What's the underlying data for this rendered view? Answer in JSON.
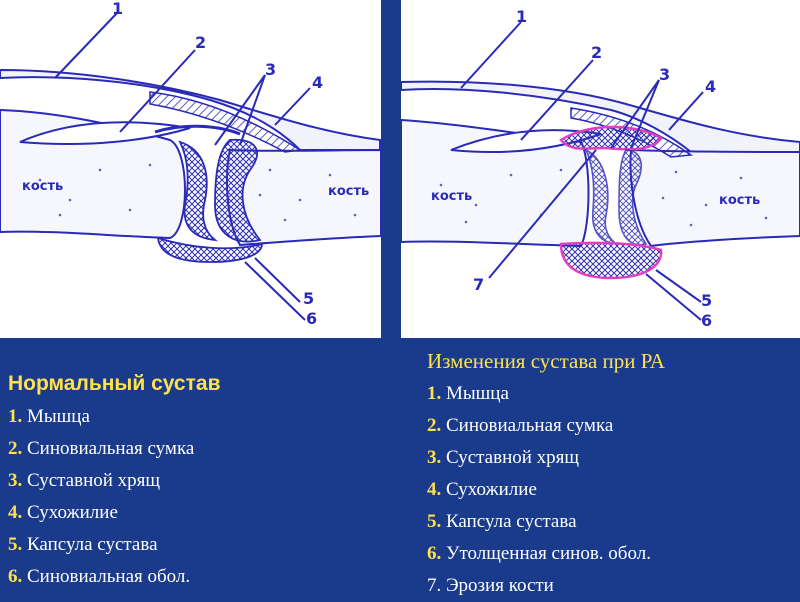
{
  "left_diagram": {
    "labels": [
      "1",
      "2",
      "3",
      "4",
      "5",
      "6"
    ],
    "bone_left": "кость",
    "bone_right": "кость"
  },
  "right_diagram": {
    "labels": [
      "1",
      "2",
      "3",
      "4",
      "5",
      "6",
      "7"
    ],
    "bone_left": "кость",
    "bone_right": "кость"
  },
  "legend_left": {
    "title": "Нормальный сустав",
    "items": [
      {
        "num": "1.",
        "text": " Мышца"
      },
      {
        "num": "2.",
        "text": "Синовиальная сумка"
      },
      {
        "num": "3.",
        "text": "Суставной хрящ"
      },
      {
        "num": "4.",
        "text": "Сухожилие"
      },
      {
        "num": "5.",
        "text": "Капсула сустава"
      },
      {
        "num": "6.",
        "text": "Синовиальная обол."
      }
    ]
  },
  "legend_right": {
    "title": "Изменения сустава при РА",
    "items": [
      {
        "num": "1.",
        "text": " Мышца"
      },
      {
        "num": "2.",
        "text": "Синовиальная сумка"
      },
      {
        "num": "3.",
        "text": "Суставной хрящ"
      },
      {
        "num": "4.",
        "text": "Сухожилие"
      },
      {
        "num": "5.",
        "text": "Капсула сустава"
      },
      {
        "num": "6.",
        "text": "Утолщенная синов. обол."
      },
      {
        "num": "7.",
        "text": "Эрозия кости"
      }
    ]
  },
  "colors": {
    "background": "#1a3a8c",
    "accent": "#ffe14d",
    "ink": "#2a2ab8",
    "inflammation": "#e040c0"
  }
}
